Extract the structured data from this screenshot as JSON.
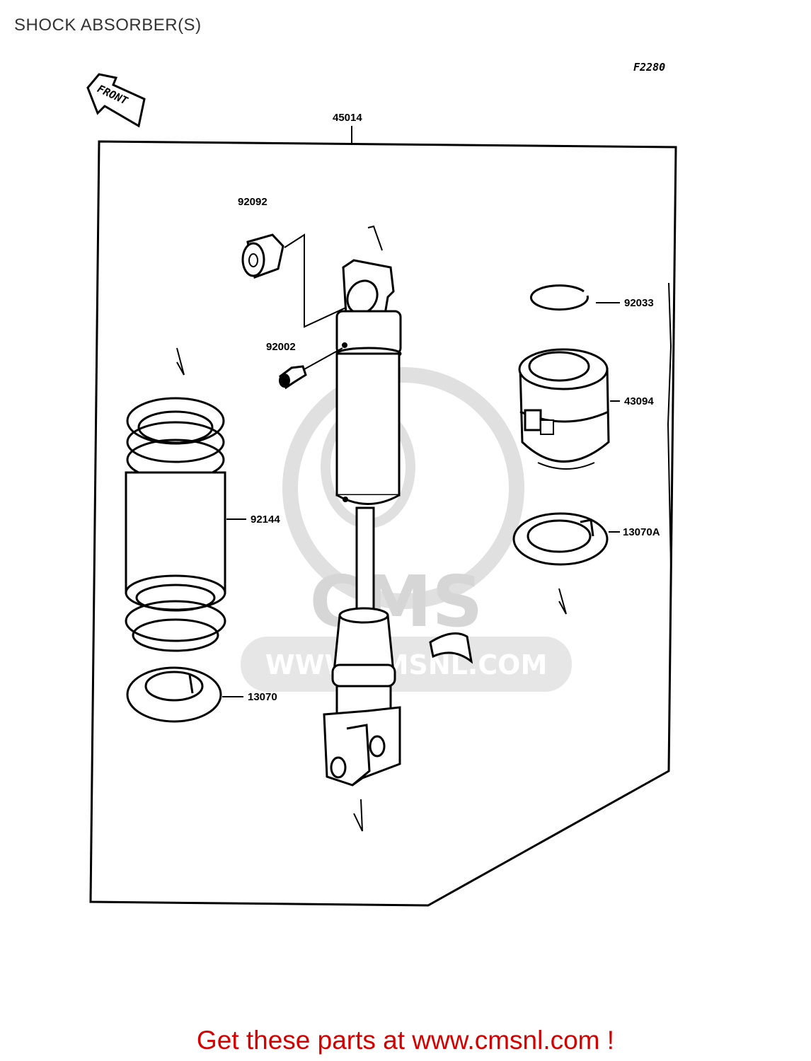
{
  "header": {
    "title": "SHOCK ABSORBER(S)"
  },
  "figure": {
    "code": "F2280",
    "front_arrow": "FRONT"
  },
  "parts": {
    "assembly": "45014",
    "bushing": "92092",
    "snap_ring": "92033",
    "bolt": "92002",
    "adjuster": "43094",
    "spring": "92144",
    "spring_seat_upper": "13070A",
    "spring_seat_lower": "13070"
  },
  "watermark": {
    "logo": "CMS",
    "url": "WWW.CMSNL.COM"
  },
  "footer": {
    "text": "Get these parts at www.cmsnl.com !"
  },
  "colors": {
    "footer": "#d40000",
    "line": "#000000",
    "watermark": "#d6d6d6"
  }
}
